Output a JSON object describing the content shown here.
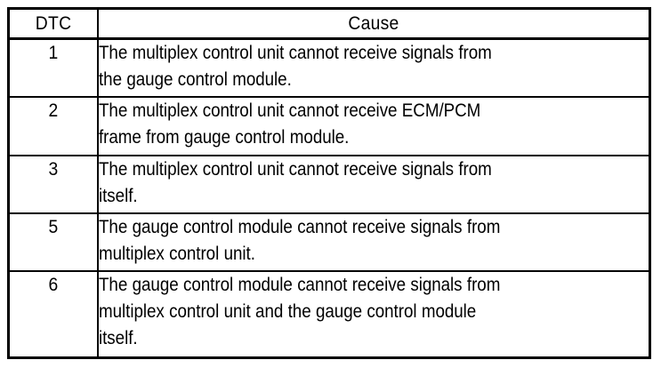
{
  "document": {
    "kind": "table",
    "background_color": "#ffffff",
    "text_color": "#000000",
    "border_color": "#000000"
  },
  "table": {
    "columns": [
      {
        "key": "dtc",
        "header": "DTC",
        "align": "center"
      },
      {
        "key": "cause",
        "header": "Cause",
        "align": "center"
      }
    ],
    "rows": [
      {
        "dtc": "1",
        "cause": "The multiplex control unit cannot receive signals from the gauge control module.",
        "cause_lines": [
          "The multiplex control unit cannot receive signals from",
          "the gauge control module."
        ]
      },
      {
        "dtc": "2",
        "cause": "The multiplex control unit cannot receive ECM/PCM frame from gauge control module.",
        "cause_lines": [
          "The multiplex control unit cannot receive ECM/PCM",
          "frame from gauge control module."
        ]
      },
      {
        "dtc": "3",
        "cause": "The multiplex control unit cannot receive signals from itself.",
        "cause_lines": [
          "The multiplex control unit cannot receive signals from",
          "itself."
        ]
      },
      {
        "dtc": "5",
        "cause": "The gauge control module cannot receive signals from multiplex control unit.",
        "cause_lines": [
          "The gauge control module cannot receive signals from",
          "multiplex control unit."
        ]
      },
      {
        "dtc": "6",
        "cause": "The gauge control module cannot receive signals from multiplex control unit and the gauge control module itself.",
        "cause_lines": [
          "The gauge control module cannot receive signals from",
          "multiplex control unit and the gauge control module",
          "itself."
        ]
      }
    ]
  }
}
